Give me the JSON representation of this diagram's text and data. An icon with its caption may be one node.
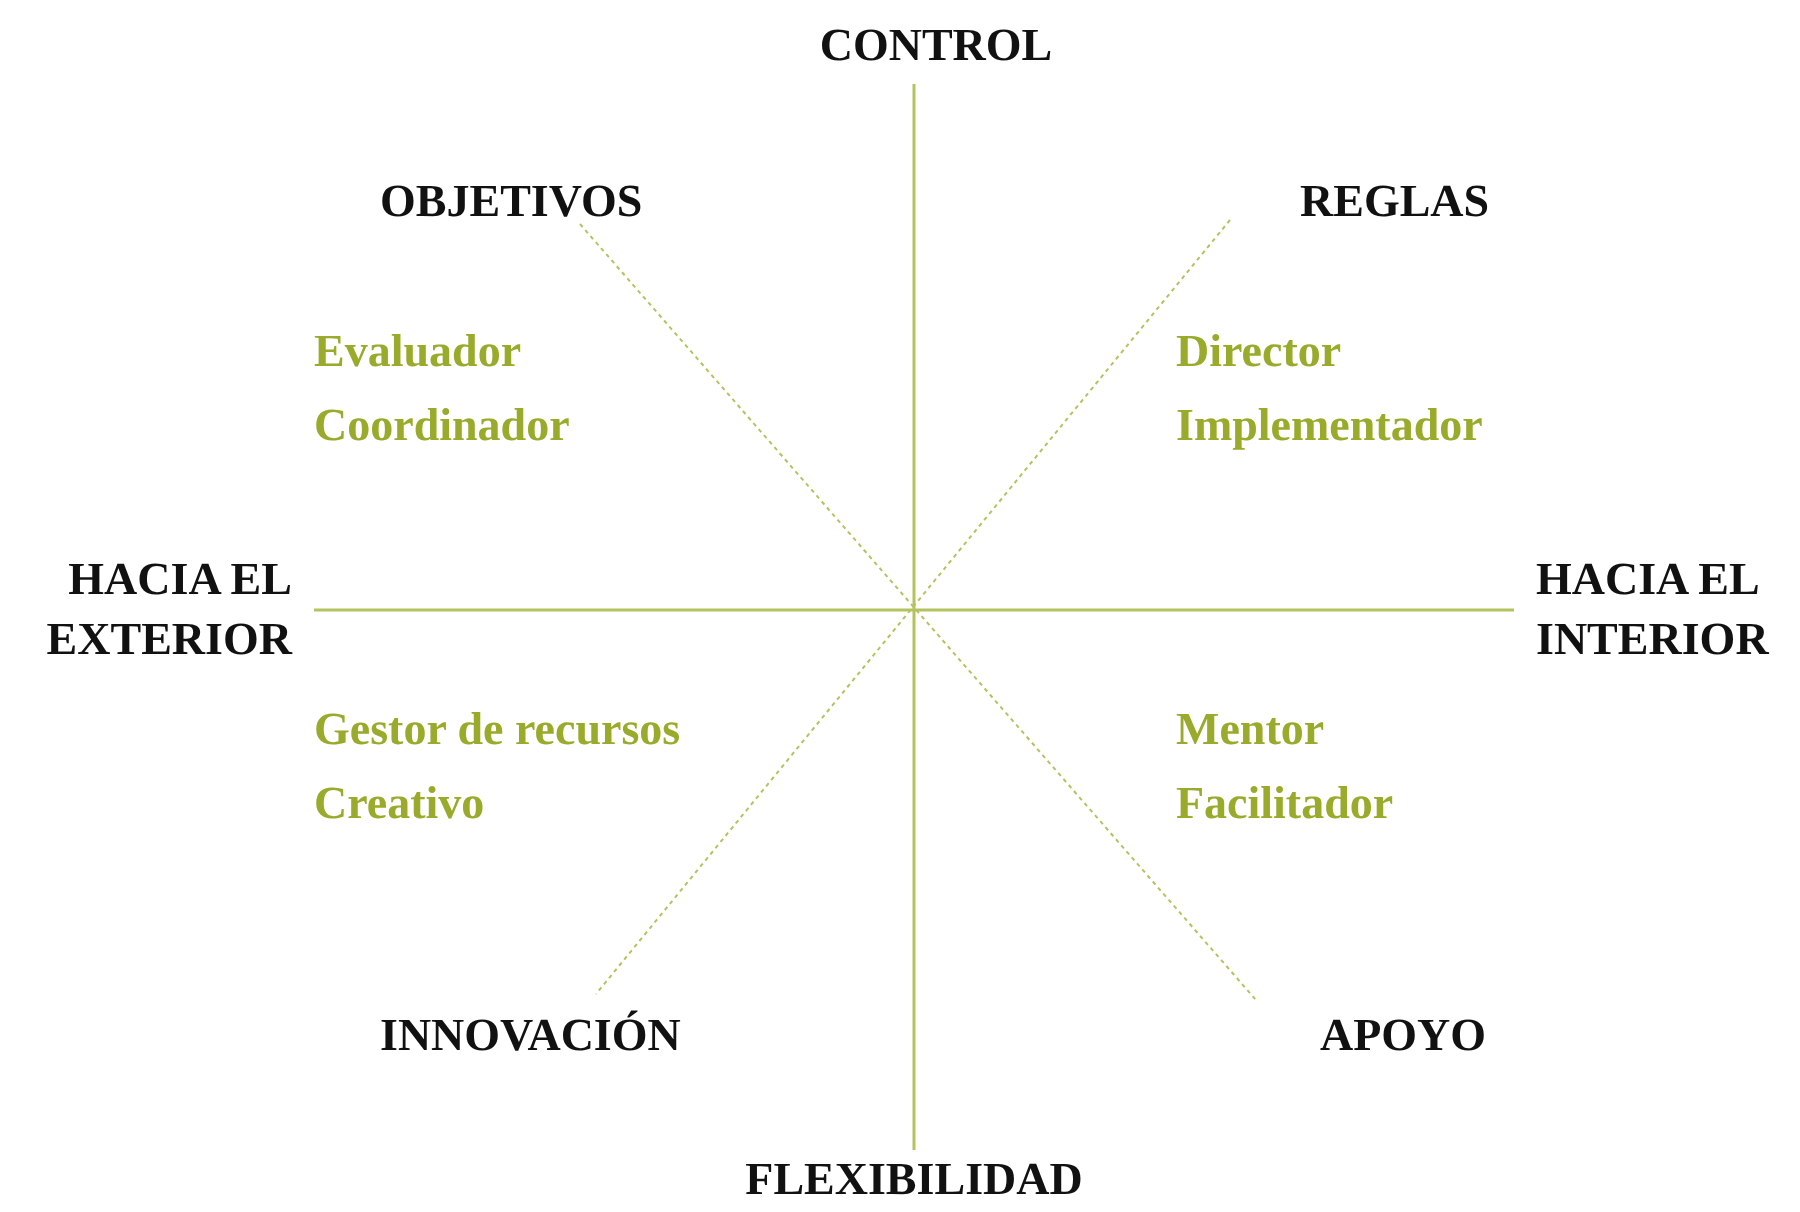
{
  "diagram": {
    "labels": [
      "CONTROL",
      "OBJETIVOS",
      "REGLAS",
      "Evaluador",
      "Coordinador",
      "Director",
      "Implementador",
      "HACIA EL EXTERIOR",
      "HACIA EL INTERIOR",
      "Gestor de recursos",
      "Creativo",
      "Mentor",
      "Facilitador",
      "INNOVACIÓN",
      "APOYO",
      "FLEXIBILIDAD"
    ]
  }
}
